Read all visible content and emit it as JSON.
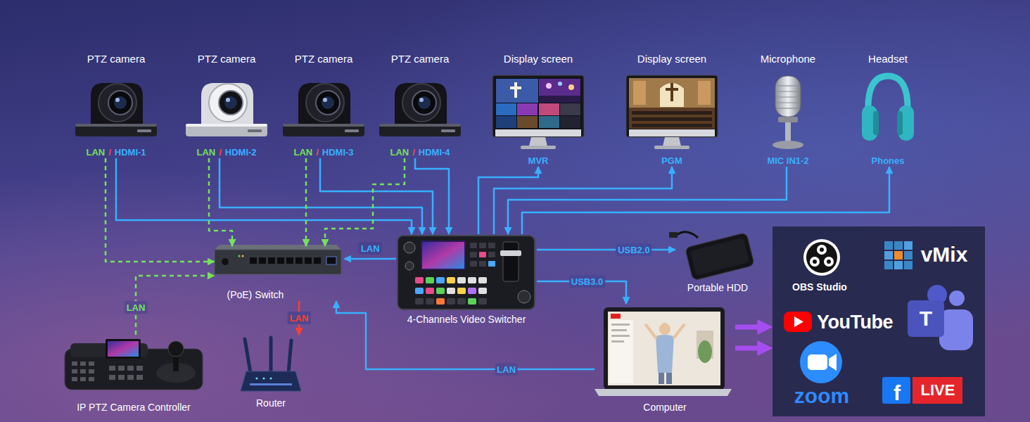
{
  "diagram": {
    "nodes": [
      {
        "text": [
          "PTZ camera",
          "LAN",
          "/",
          "HDMI-1"
        ]
      },
      {
        "text": [
          "PTZ camera",
          "LAN",
          "/",
          "HDMI-2"
        ]
      },
      {
        "text": [
          "PTZ camera",
          "LAN",
          "/",
          "HDMI-3"
        ]
      },
      {
        "text": [
          "PTZ camera",
          "LAN",
          "/",
          "HDMI-4"
        ]
      },
      {
        "text": [
          "Display screen",
          "MVR"
        ]
      },
      {
        "text": [
          "Display screen",
          "PGM"
        ]
      },
      {
        "text": [
          "Microphone",
          "MIC IN1-2"
        ]
      },
      {
        "text": [
          "Headset",
          "Phones"
        ]
      },
      {
        "text": [
          "(PoE) Switch"
        ]
      },
      {
        "text": [
          "4-Channels Video Switcher"
        ]
      },
      {
        "text": [
          "Portable HDD"
        ]
      },
      {
        "text": [
          "IP PTZ Camera Controller"
        ]
      },
      {
        "text": [
          "Router"
        ]
      },
      {
        "text": [
          "Computer"
        ]
      },
      {
        "text": [
          "OBS Studio",
          "vMix",
          "YouTube",
          "T",
          "zoom",
          "f",
          "LIVE"
        ]
      }
    ],
    "edges": [
      {
        "from": 0,
        "to": 9,
        "arrow": "to"
      },
      {
        "from": 0,
        "to": 8,
        "arrow": "to"
      },
      {
        "from": 1,
        "to": 9,
        "arrow": "to"
      },
      {
        "from": 1,
        "to": 8,
        "arrow": "to"
      },
      {
        "from": 2,
        "to": 9,
        "arrow": "to"
      },
      {
        "from": 2,
        "to": 8,
        "arrow": "to"
      },
      {
        "from": 3,
        "to": 9,
        "arrow": "to"
      },
      {
        "from": 3,
        "to": 8,
        "arrow": "to"
      },
      {
        "from": 9,
        "to": 4,
        "arrow": "to"
      },
      {
        "from": 9,
        "to": 5,
        "arrow": "to"
      },
      {
        "from": 6,
        "to": 9,
        "arrow": "to"
      },
      {
        "from": 9,
        "to": 7,
        "arrow": "to"
      },
      {
        "from": 9,
        "to": 8,
        "label": "LAN",
        "arrow": "to"
      },
      {
        "from": 11,
        "to": 8,
        "label": "LAN",
        "arrow": "to"
      },
      {
        "from": 8,
        "to": 12,
        "label": "LAN",
        "arrow": "to"
      },
      {
        "from": 9,
        "to": 10,
        "label": "USB2.0",
        "arrow": "to"
      },
      {
        "from": 9,
        "to": 13,
        "label": "USB3.0",
        "arrow": "to"
      },
      {
        "from": 13,
        "to": 8,
        "label": "LAN",
        "arrow": "to"
      },
      {
        "from": 13,
        "to": 14,
        "arrow": "to"
      },
      {
        "from": 13,
        "to": 14,
        "arrow": "to"
      }
    ]
  }
}
